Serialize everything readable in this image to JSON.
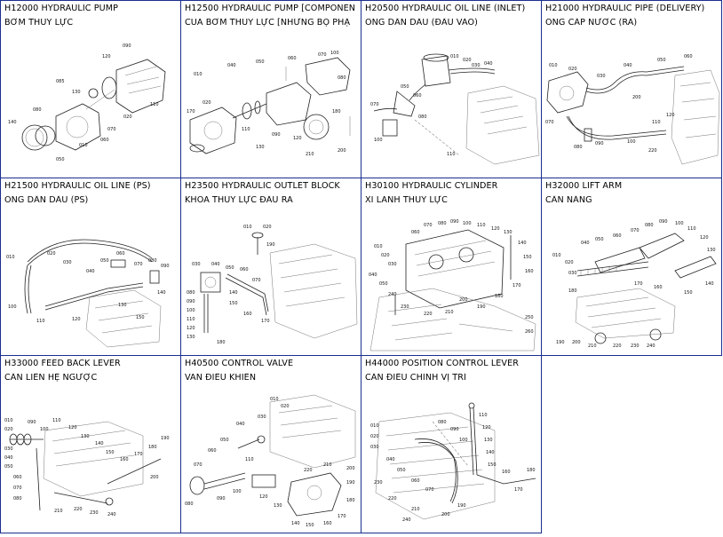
{
  "catalog": {
    "sections": [
      {
        "code": "H12000",
        "title": "HYDRAULIC PUMP",
        "subtitle": "BƠM THỦY LỰC"
      },
      {
        "code": "H12500",
        "title": "HYDRAULIC PUMP [COMPONEN",
        "subtitle": "CỦA BƠM THỦY LỰC [NHỮNG BỘ PHẬ"
      },
      {
        "code": "H20500",
        "title": "HYDRAULIC OIL LINE (INLET)",
        "subtitle": "ỐNG DẪN DẦU (ĐẦU VÀO)"
      },
      {
        "code": "H21000",
        "title": "HYDRAULIC PIPE (DELIVERY)",
        "subtitle": "ỐNG CẤP NƯỚC (RA)"
      },
      {
        "code": "H21500",
        "title": "HYDRAULIC OIL LINE (PS)",
        "subtitle": "ỐNG DẪN DẦU (PS)"
      },
      {
        "code": "H23500",
        "title": "HYDRAULIC OUTLET BLOCK",
        "subtitle": "KHÓA THỦY LỰC ĐẦU RA"
      },
      {
        "code": "H30100",
        "title": "HYDRAULIC CYLINDER",
        "subtitle": "XI LANH THUỶ LỰC"
      },
      {
        "code": "H32000",
        "title": "LIFT ARM",
        "subtitle": "CẦN NÂNG"
      },
      {
        "code": "H33000",
        "title": "FEED BACK LEVER",
        "subtitle": "CẦN LIÊN HỆ NGƯỢC"
      },
      {
        "code": "H40500",
        "title": "CONTROL VALVE",
        "subtitle": "VAN ĐIỀU KHIỂN"
      },
      {
        "code": "H44000",
        "title": "POSITION CONTROL LEVER",
        "subtitle": "CẦN ĐIỀU CHỈNH VỊ TRÍ"
      }
    ]
  },
  "callouts": {
    "c0": [
      "090",
      "120",
      "085",
      "130",
      "080",
      "140",
      "020",
      "060",
      "010",
      "050",
      "070",
      "110"
    ],
    "c1": [
      "010",
      "020",
      "040",
      "050",
      "060",
      "070",
      "080",
      "090",
      "100",
      "110",
      "120",
      "130",
      "170",
      "180",
      "200",
      "210"
    ],
    "c2": [
      "010",
      "020",
      "030",
      "040",
      "050",
      "060",
      "070",
      "080",
      "100",
      "110"
    ],
    "c3": [
      "010",
      "020",
      "030",
      "040",
      "050",
      "060",
      "070",
      "080",
      "090",
      "100",
      "110",
      "120",
      "200",
      "220"
    ],
    "c4": [
      "010",
      "020",
      "030",
      "040",
      "050",
      "060",
      "070",
      "080",
      "090",
      "100",
      "110",
      "120",
      "130",
      "140",
      "150"
    ],
    "c5": [
      "010",
      "020",
      "030",
      "040",
      "050",
      "060",
      "070",
      "080",
      "090",
      "100",
      "110",
      "120",
      "130",
      "140",
      "150",
      "160",
      "170",
      "180",
      "190"
    ],
    "c6": [
      "010",
      "020",
      "030",
      "040",
      "050",
      "060",
      "070",
      "080",
      "090",
      "100",
      "110",
      "120",
      "130",
      "140",
      "150",
      "160",
      "170",
      "180",
      "190",
      "200",
      "210",
      "220",
      "230",
      "240",
      "250",
      "260"
    ],
    "c7": [
      "010",
      "020",
      "030",
      "040",
      "050",
      "060",
      "070",
      "080",
      "090",
      "100",
      "110",
      "120",
      "130",
      "140",
      "150",
      "160",
      "170",
      "180",
      "190",
      "200",
      "210",
      "220",
      "230",
      "240"
    ],
    "c8": [
      "010",
      "020",
      "030",
      "040",
      "050",
      "060",
      "070",
      "080",
      "090",
      "100",
      "110",
      "120",
      "130",
      "140",
      "150",
      "160",
      "170",
      "180",
      "190",
      "200",
      "210",
      "220",
      "230",
      "240"
    ],
    "c9": [
      "010",
      "020",
      "030",
      "040",
      "050",
      "060",
      "070",
      "080",
      "090",
      "100",
      "110",
      "120",
      "130",
      "140",
      "150",
      "160",
      "170",
      "180",
      "190",
      "200",
      "210",
      "220"
    ],
    "c10": [
      "010",
      "020",
      "030",
      "040",
      "050",
      "060",
      "070",
      "080",
      "090",
      "100",
      "110",
      "120",
      "130",
      "140",
      "150",
      "160",
      "170",
      "180",
      "190",
      "200",
      "210",
      "220",
      "230",
      "240"
    ]
  },
  "colors": {
    "border": "#1b2f8e",
    "text": "#000000",
    "background": "#ffffff"
  }
}
